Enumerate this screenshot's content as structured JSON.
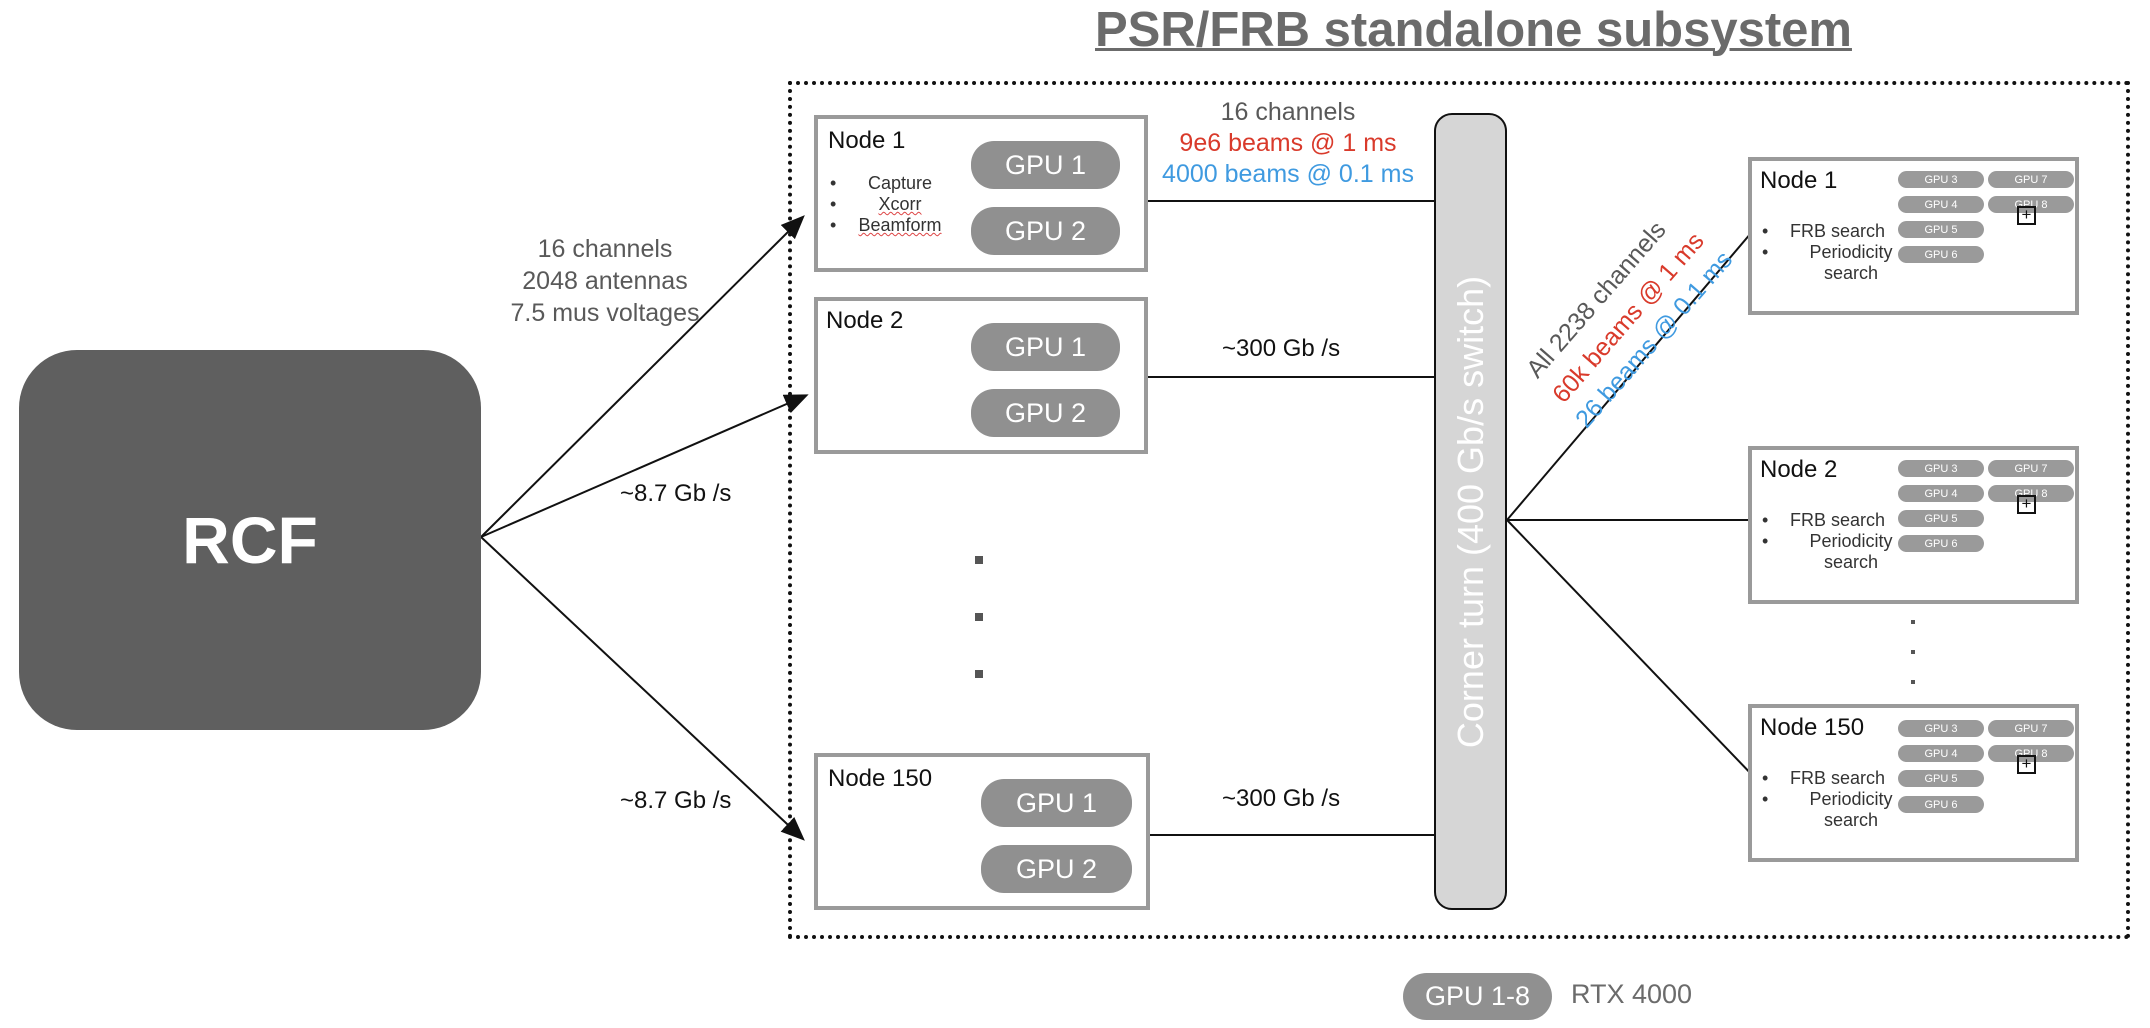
{
  "title": "PSR/FRB standalone subsystem",
  "rcf": {
    "label": "RCF"
  },
  "rcf_links": {
    "desc_lines": [
      "16 channels",
      "2048 antennas",
      "7.5 mus voltages"
    ],
    "rate_top": "~8.7 Gb /s",
    "rate_bottom": "~8.7 Gb /s"
  },
  "beam_nodes": [
    {
      "title": "Node 1",
      "gpus": [
        "GPU 1",
        "GPU 2"
      ],
      "tasks": [
        "Capture",
        "Xcorr",
        "Beamform"
      ]
    },
    {
      "title": "Node 2",
      "gpus": [
        "GPU 1",
        "GPU 2"
      ]
    },
    {
      "title": "Node 150",
      "gpus": [
        "GPU 1",
        "GPU 2"
      ]
    }
  ],
  "node_links": {
    "top_lines": [
      "16 channels",
      "9e6 beams @ 1 ms",
      "4000 beams @ 0.1 ms"
    ],
    "mid_rate": "~300 Gb /s",
    "bottom_rate": "~300 Gb /s"
  },
  "switch": {
    "label": "Corner turn (400 Gb/s switch)"
  },
  "search_links": [
    "All 2238 channels",
    "60k beams @ 1 ms",
    "26 beams @ 0.1 ms"
  ],
  "search_nodes": [
    {
      "title": "Node 1",
      "gpus": [
        "GPU 3",
        "GPU 7",
        "GPU 4",
        "GPU 8",
        "GPU 5",
        "GPU 6"
      ],
      "tasks": [
        "FRB search",
        "Periodicity search"
      ]
    },
    {
      "title": "Node 2",
      "gpus": [
        "GPU 3",
        "GPU 7",
        "GPU 4",
        "GPU 8",
        "GPU 5",
        "GPU 6"
      ],
      "tasks": [
        "FRB search",
        "Periodicity search"
      ]
    },
    {
      "title": "Node 150",
      "gpus": [
        "GPU 3",
        "GPU 7",
        "GPU 4",
        "GPU 8",
        "GPU 5",
        "GPU 6"
      ],
      "tasks": [
        "FRB search",
        "Periodicity search"
      ]
    }
  ],
  "legend": {
    "pill": "GPU 1-8",
    "text": "RTX 4000"
  },
  "colors": {
    "red": "#d93a2b",
    "blue": "#3f9ae0",
    "gpu_gray": "#909090",
    "node_border": "#9a9a9a"
  }
}
